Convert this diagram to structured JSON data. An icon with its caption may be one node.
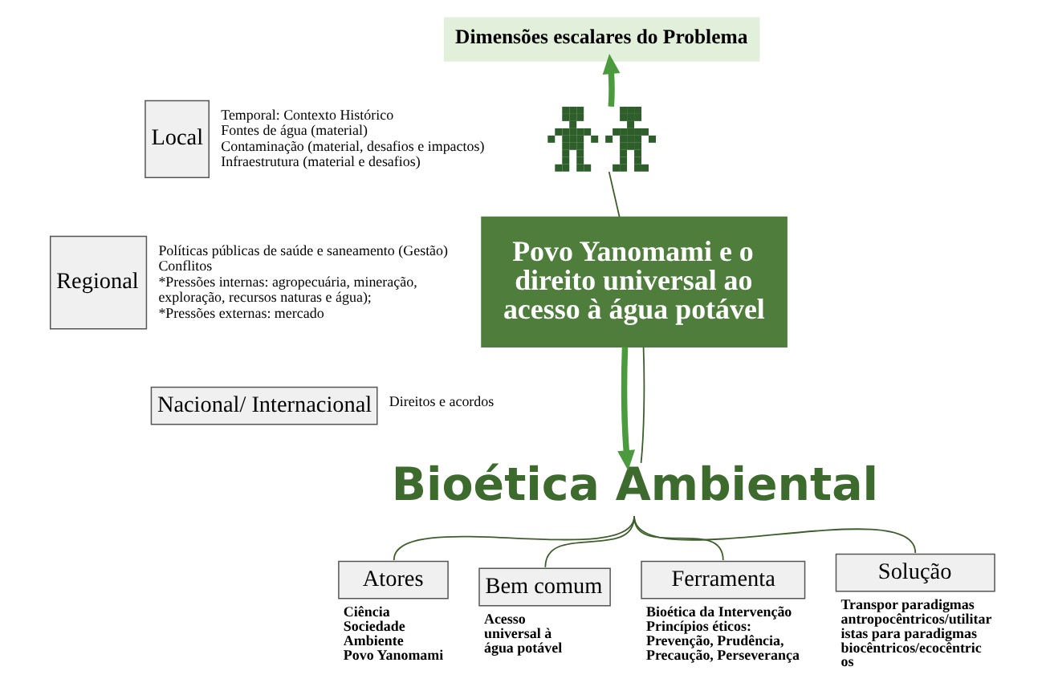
{
  "diagram": {
    "nodes": [
      {
        "text": [
          "Dimensões escalares do Problema"
        ]
      },
      {
        "text": [
          "Local"
        ],
        "beside": [
          "Temporal: Contexto Histórico",
          "Fontes de água (material)",
          "Contaminação (material, desafios e impactos)",
          "Infraestrutura (material e desafios)"
        ]
      },
      {
        "text": [
          "Regional"
        ],
        "beside": [
          "Políticas públicas de saúde e saneamento (Gestão)",
          "Conflitos",
          "*Pressões internas: agropecuária, mineração, exploração, recursos naturas e água);",
          "*Pressões externas: mercado"
        ]
      },
      {
        "text": [
          "Nacional/ Internacional"
        ],
        "beside": [
          "Direitos e acordos"
        ]
      },
      {
        "text": [],
        "shape": "picture"
      },
      {
        "text": [
          "Povo Yanomami e o direito universal ao acesso à água potável"
        ]
      },
      {
        "text": [
          "Bioética Ambiental"
        ]
      },
      {
        "text": [
          "Atores"
        ],
        "beside": [
          "Ciência",
          "Sociedade",
          "Ambiente",
          "Povo Yanomami"
        ]
      },
      {
        "text": [
          "Bem comum"
        ],
        "beside": [
          "Acesso universal à água potável"
        ]
      },
      {
        "text": [
          "Ferramenta"
        ],
        "beside": [
          "Bioética da Intervenção",
          "Princípios éticos: Prevenção, Prudência, Precaução, Perseverança"
        ]
      },
      {
        "text": [
          "Solução"
        ],
        "beside": [
          "Transpor paradigmas antropocêntricos/utilitar istas para paradigmas biocêntricos/ecocêntric os"
        ]
      }
    ],
    "edges": [
      {
        "from": 4,
        "to": 0,
        "arrow": "to",
        "style": "thick",
        "color": "#4c9a3e"
      },
      {
        "from": 4,
        "to": 5,
        "arrow": "none"
      },
      {
        "from": 5,
        "to": 6,
        "arrow": "to",
        "style": "thick",
        "color": "#4c9a3e"
      },
      {
        "from": 5,
        "to": 6,
        "arrow": "none"
      },
      {
        "from": 6,
        "to": 7,
        "arrow": "none"
      },
      {
        "from": 6,
        "to": 8,
        "arrow": "none"
      },
      {
        "from": 6,
        "to": 9,
        "arrow": "none"
      },
      {
        "from": 6,
        "to": 10,
        "arrow": "none"
      }
    ]
  }
}
